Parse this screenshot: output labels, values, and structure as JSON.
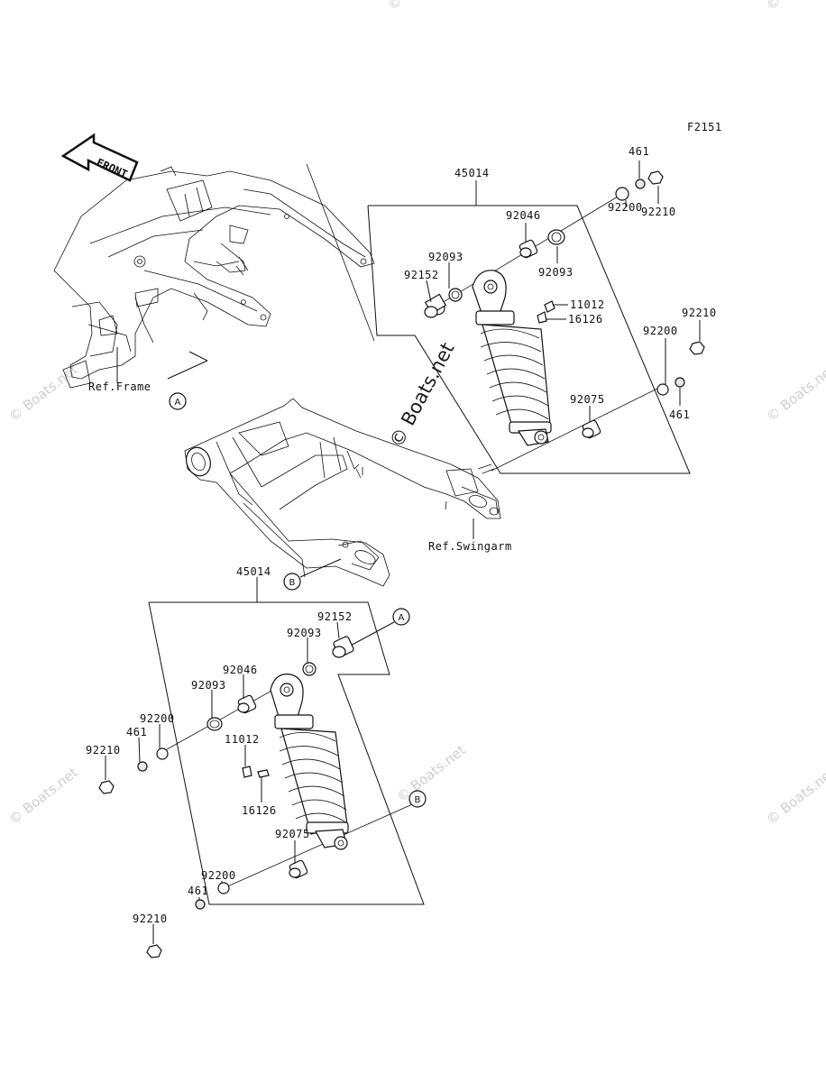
{
  "diagram_code": "F2151",
  "front_label": "FRONT",
  "watermark": "© Boats.net",
  "faint_watermark": "© Boats.net",
  "top_group": {
    "assembly": "45014",
    "labels": {
      "p461": "461",
      "p92210": "92210",
      "p92200": "92200",
      "p92046": "92046",
      "p92093a": "92093",
      "p92093b": "92093",
      "p92152": "92152",
      "p11012": "11012",
      "p16126": "16126",
      "p92210b": "92210",
      "p92200b": "92200",
      "p461b": "461",
      "p92075": "92075"
    }
  },
  "bottom_group": {
    "assembly": "45014",
    "labels": {
      "p92152": "92152",
      "p92093a": "92093",
      "p92046": "92046",
      "p92093b": "92093",
      "p92200": "92200",
      "p461": "461",
      "p92210": "92210",
      "p11012": "11012",
      "p16126": "16126",
      "p92075": "92075",
      "p92200b": "92200",
      "p461b": "461",
      "p92210b": "92210"
    }
  },
  "refs": {
    "frame": "Ref.Frame",
    "swingarm": "Ref.Swingarm",
    "marker_a": "A",
    "marker_b": "B"
  }
}
